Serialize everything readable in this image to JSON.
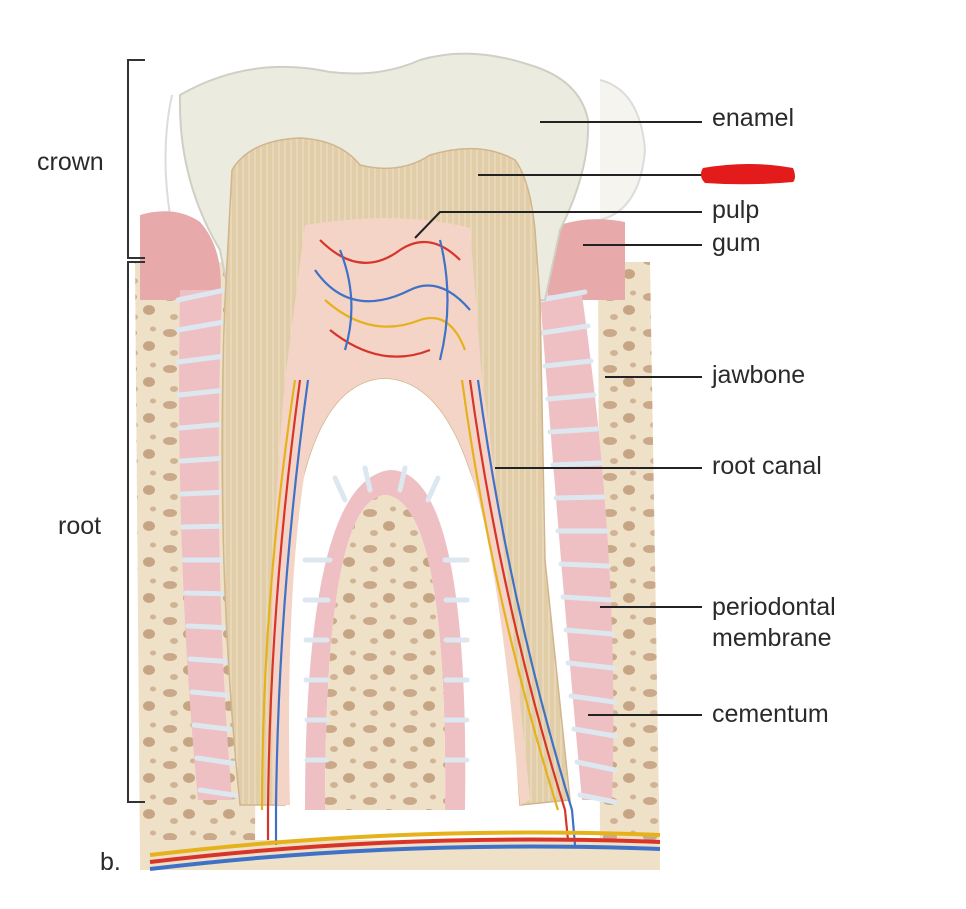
{
  "figure": {
    "panel_letter": "b.",
    "sections": {
      "crown": "crown",
      "root": "root"
    },
    "labels": {
      "enamel": "enamel",
      "pulp": "pulp",
      "gum": "gum",
      "jawbone": "jawbone",
      "root_canal": "root canal",
      "periodontal_line1": "periodontal",
      "periodontal_line2": "membrane",
      "cementum": "cementum"
    },
    "redacted_label_color": "#e41b1b",
    "colors": {
      "enamel": "#eceadc",
      "dentin": "#e0c9a6",
      "pulp": "#f3d0c4",
      "gum": "#e7a7a9",
      "bone": "#efe0c6",
      "artery": "#d8352a",
      "vein": "#3f72c6",
      "nerve": "#e5b21c"
    }
  }
}
